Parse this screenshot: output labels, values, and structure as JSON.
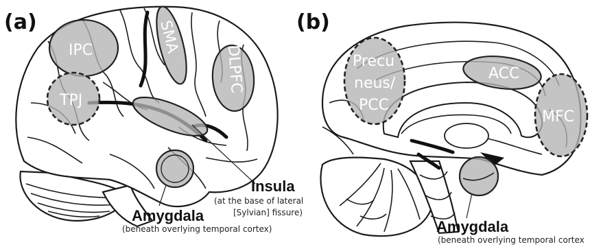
{
  "panels": {
    "a": {
      "label": "(a)",
      "regions": {
        "ipc": "IPC",
        "tpj": "TPJ",
        "sma": "SMA",
        "dlpfc": "DLPFC"
      },
      "insula": {
        "title": "Insula",
        "note_line1": "(at the base of lateral",
        "note_line2": "[Sylvian] fissure)"
      },
      "amygdala": {
        "title": "Amygdala",
        "note": "(beneath overlying temporal cortex)"
      }
    },
    "b": {
      "label": "(b)",
      "regions": {
        "precuneus_line1": "Precu",
        "precuneus_line2": "neus/",
        "precuneus_line3": "PCC",
        "acc": "ACC",
        "mfc": "MFC"
      },
      "amygdala": {
        "title": "Amygdala",
        "note": "(beneath overlying temporal cortex"
      }
    }
  },
  "colors": {
    "roi_fill": "#b3b3b3",
    "outline": "#1a1a1a"
  }
}
